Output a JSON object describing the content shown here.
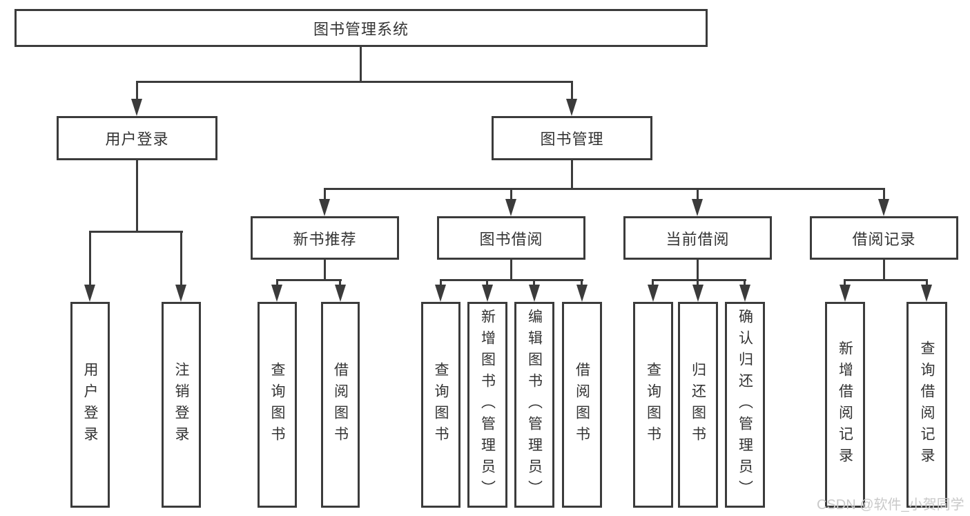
{
  "diagram": {
    "root": {
      "label": "图书管理系统"
    },
    "user_login": {
      "label": "用户登录",
      "children": [
        {
          "label": "用户登录"
        },
        {
          "label": "注销登录"
        }
      ]
    },
    "book_management": {
      "label": "图书管理",
      "children": [
        {
          "label": "新书推荐",
          "children": [
            {
              "label": "查询图书"
            },
            {
              "label": "借阅图书"
            }
          ]
        },
        {
          "label": "图书借阅",
          "children": [
            {
              "label": "查询图书"
            },
            {
              "label": "新增图书（管理员）"
            },
            {
              "label": "编辑图书（管理员）"
            },
            {
              "label": "借阅图书"
            }
          ]
        },
        {
          "label": "当前借阅",
          "children": [
            {
              "label": "查询图书"
            },
            {
              "label": "归还图书"
            },
            {
              "label": "确认归还（管理员）"
            }
          ]
        },
        {
          "label": "借阅记录",
          "children": [
            {
              "label": "新增借阅记录"
            },
            {
              "label": "查询借阅记录"
            }
          ]
        }
      ]
    }
  },
  "watermark": {
    "text": "CSDN @软件_小贺同学"
  },
  "colors": {
    "line": "#3b3b3b",
    "text": "#333333",
    "watermark": "#c9c9c9",
    "background": "#ffffff"
  }
}
